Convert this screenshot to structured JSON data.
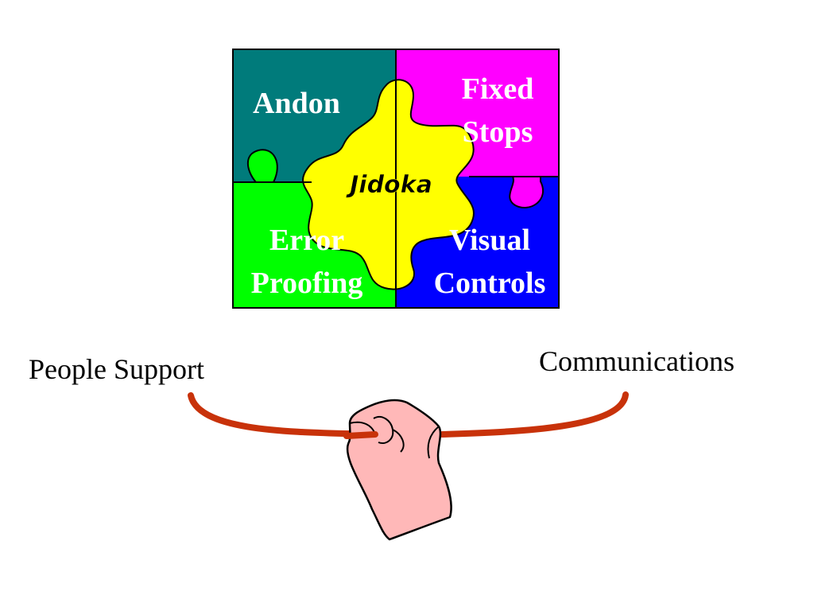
{
  "puzzle": {
    "center": {
      "label": "Jidoka",
      "color": "#ffff00"
    },
    "pieces": [
      {
        "id": "andon",
        "lines": [
          "Andon"
        ],
        "color": "#007b7b"
      },
      {
        "id": "fixed-stops",
        "lines": [
          "Fixed",
          "Stops"
        ],
        "color": "#ff00ff"
      },
      {
        "id": "error-proofing",
        "lines": [
          "Error",
          "Proofing"
        ],
        "color": "#00ff00"
      },
      {
        "id": "visual-controls",
        "lines": [
          "Visual",
          "Controls"
        ],
        "color": "#0000ff"
      }
    ]
  },
  "rope": {
    "left_label": "People Support",
    "right_label": "Communications",
    "color": "#c8320a"
  },
  "hand": {
    "icon": "hand-holding-rope-icon",
    "color": "#ffb8b8"
  }
}
